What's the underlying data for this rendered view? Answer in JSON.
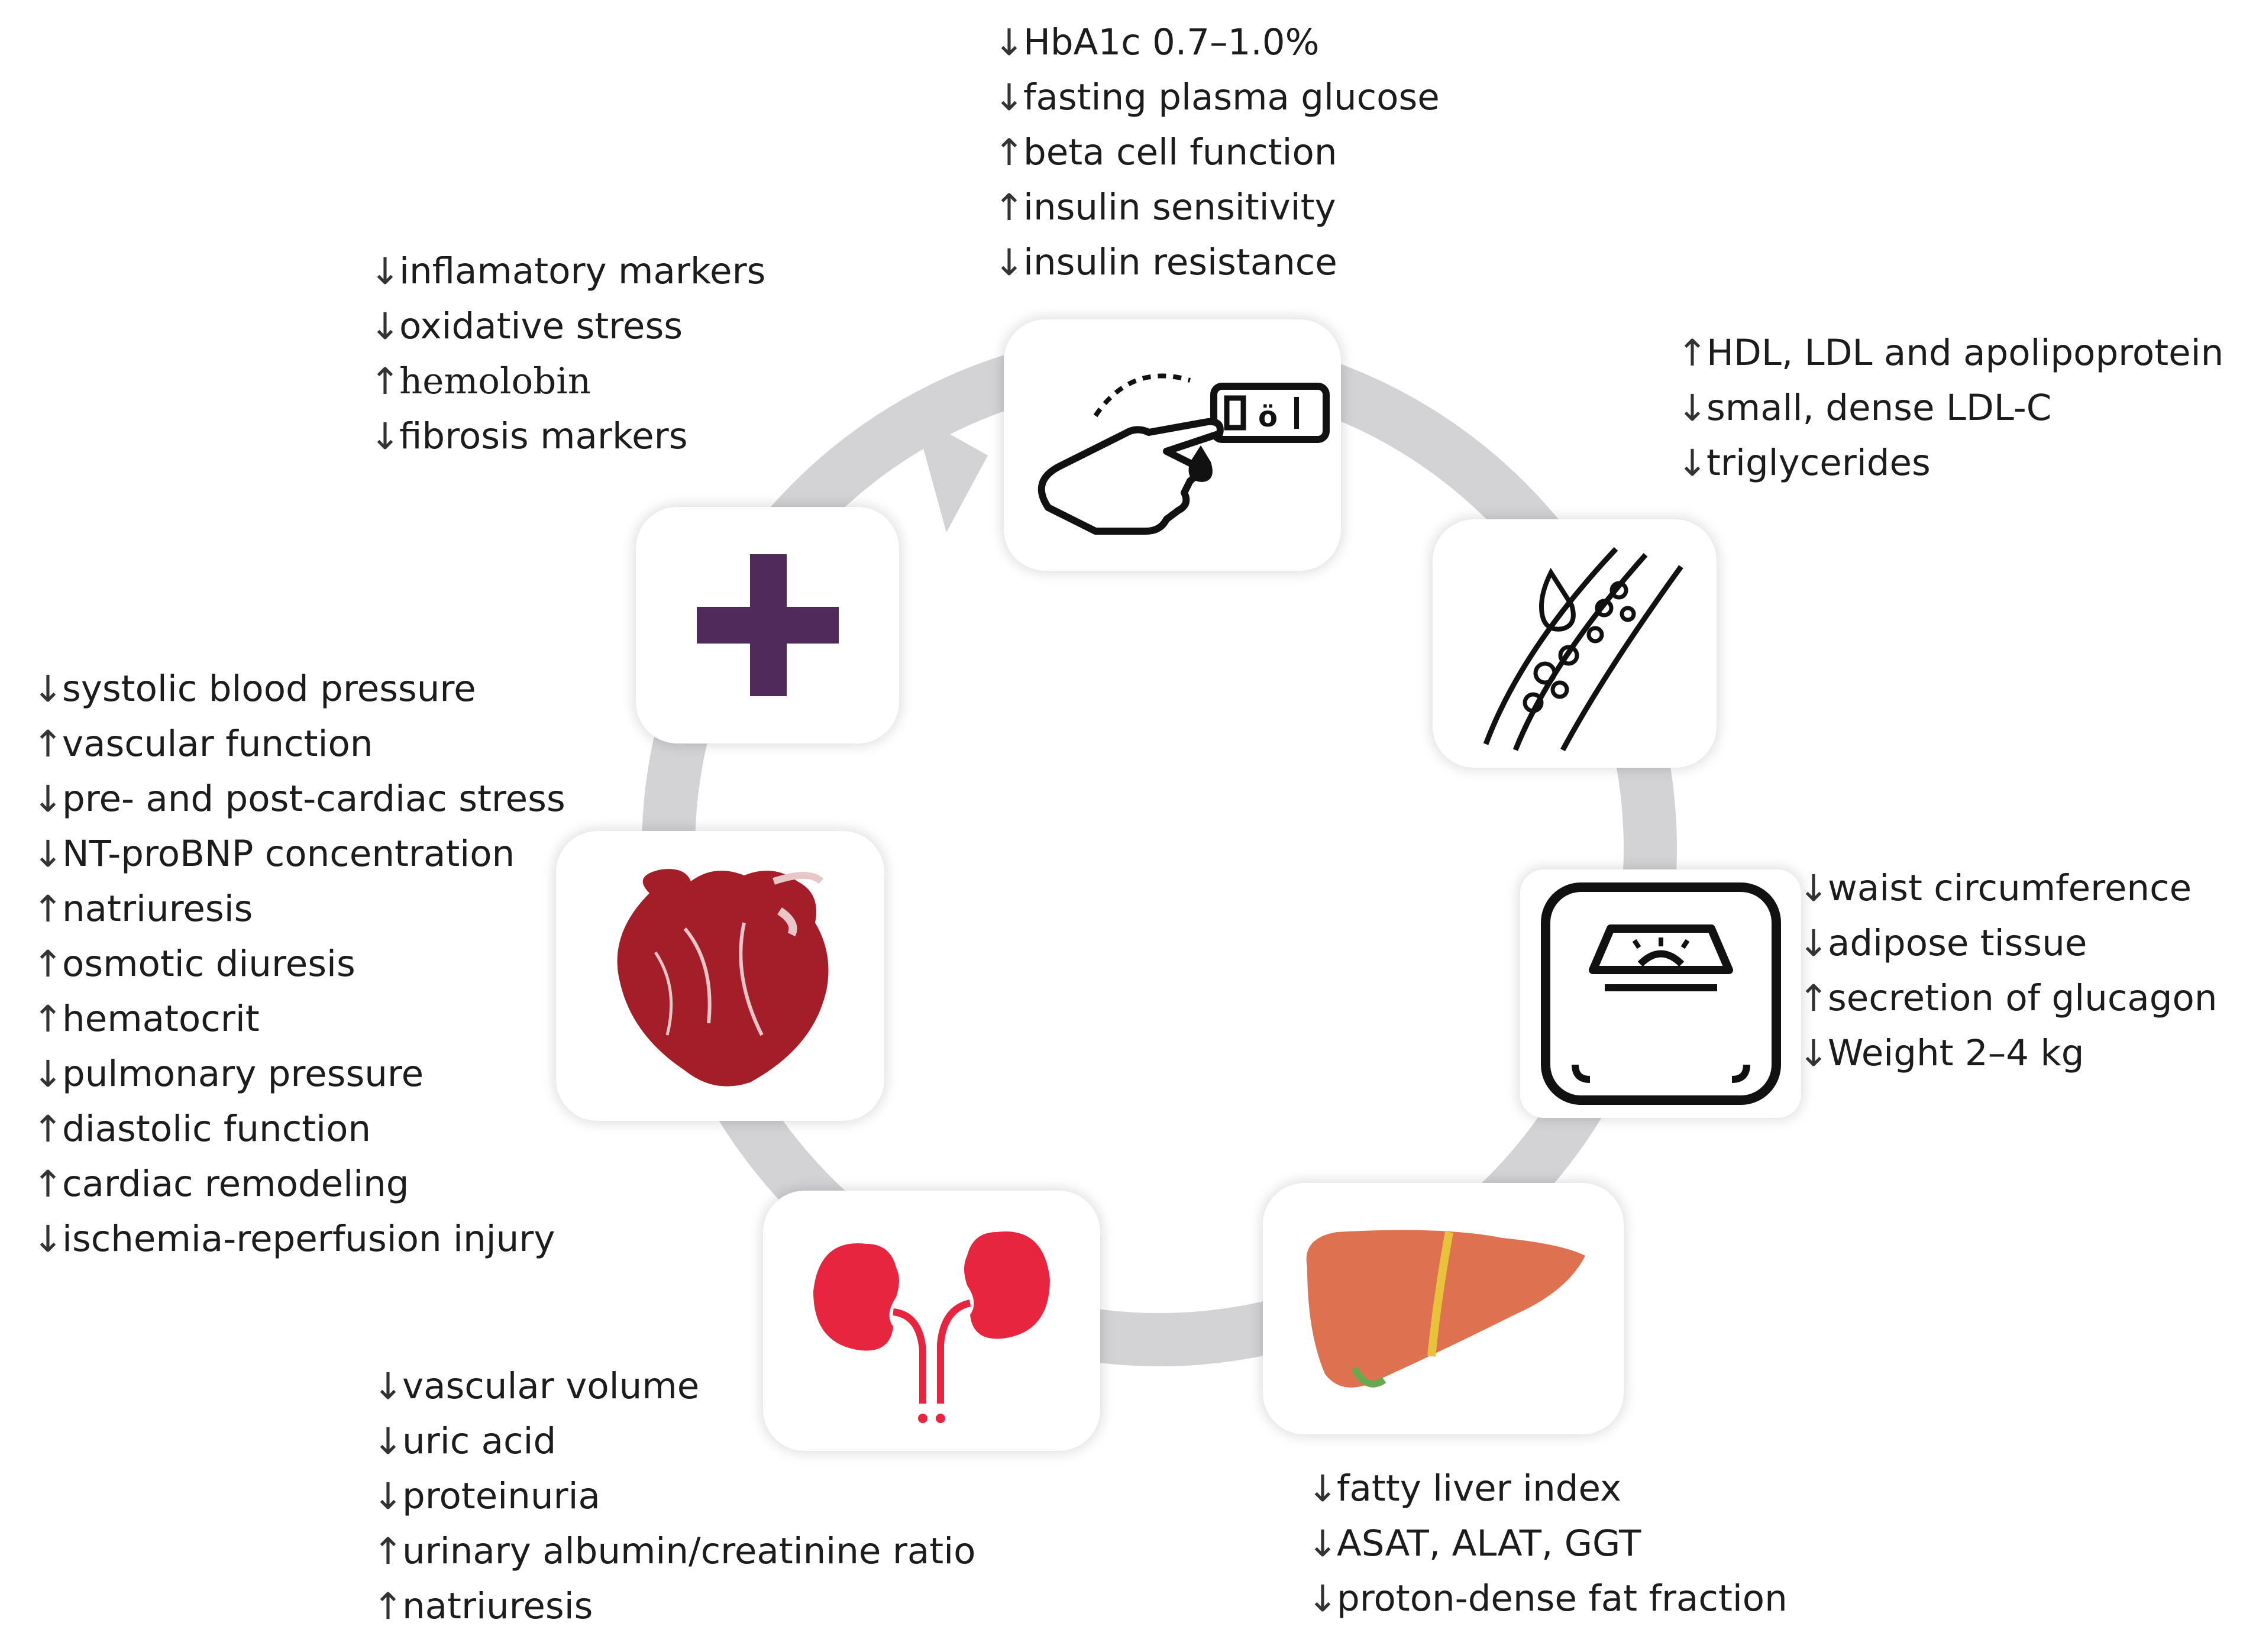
{
  "colors": {
    "ring": "#d3d3d5",
    "plus": "#4f2a5a",
    "heart": "#a41e2a",
    "kidney": "#e8253f",
    "liver": "#de7150",
    "liver_band": "#e8c23a",
    "icon_stroke": "#111111"
  },
  "icons": {
    "glucose": "glucose-meter-icon",
    "plus": "plus-icon",
    "vessel": "blood-vessel-plaque-icon",
    "scale": "weight-scale-icon",
    "liver": "liver-icon",
    "kidney": "kidneys-icon",
    "heart": "heart-icon"
  },
  "groups": {
    "glycemic": [
      {
        "dir": "↓",
        "text": "HbA1c 0.7–1.0%"
      },
      {
        "dir": "↓",
        "text": "fasting plasma glucose"
      },
      {
        "dir": "↑",
        "text": "beta cell function"
      },
      {
        "dir": "↑",
        "text": "insulin sensitivity"
      },
      {
        "dir": "↓",
        "text": "insulin resistance"
      }
    ],
    "inflammation": [
      {
        "dir": "↓",
        "text": "inflamatory markers"
      },
      {
        "dir": "↓",
        "text": "oxidative stress"
      },
      {
        "dir": "↑",
        "text": "hemolobin"
      },
      {
        "dir": "↓",
        "text": "fibrosis markers"
      }
    ],
    "lipids": [
      {
        "dir": "↑",
        "text": "HDL, LDL and apolipoprotein"
      },
      {
        "dir": "↓",
        "text": "small, dense LDL-C"
      },
      {
        "dir": "↓",
        "text": "triglycerides"
      }
    ],
    "weight": [
      {
        "dir": "↓",
        "text": "waist circumference"
      },
      {
        "dir": "↓",
        "text": "adipose tissue"
      },
      {
        "dir": "↑",
        "text": "secretion of glucagon"
      },
      {
        "dir": "↓",
        "text": "Weight 2–4 kg"
      }
    ],
    "cardiac": [
      {
        "dir": "↓",
        "text": "systolic blood pressure"
      },
      {
        "dir": "↑",
        "text": "vascular function"
      },
      {
        "dir": "↓",
        "text": "pre- and post-cardiac stress"
      },
      {
        "dir": "↓",
        "text": "NT-proBNP concentration"
      },
      {
        "dir": "↑",
        "text": "natriuresis"
      },
      {
        "dir": "↑",
        "text": "osmotic diuresis"
      },
      {
        "dir": "↑",
        "text": "hematocrit"
      },
      {
        "dir": "↓",
        "text": "pulmonary pressure"
      },
      {
        "dir": "↑",
        "text": "diastolic function"
      },
      {
        "dir": "↑",
        "text": "cardiac remodeling"
      },
      {
        "dir": "↓",
        "text": "ischemia-reperfusion injury"
      }
    ],
    "renal": [
      {
        "dir": "↓",
        "text": "vascular volume"
      },
      {
        "dir": "↓",
        "text": "uric acid"
      },
      {
        "dir": "↓",
        "text": "proteinuria"
      },
      {
        "dir": "↑",
        "text": "urinary albumin/creatinine ratio"
      },
      {
        "dir": "↑",
        "text": "natriuresis"
      }
    ],
    "hepatic": [
      {
        "dir": "↓",
        "text": "fatty liver index"
      },
      {
        "dir": "↓",
        "text": "ASAT, ALAT, GGT"
      },
      {
        "dir": "↓",
        "text": "proton-dense fat fraction"
      }
    ]
  }
}
